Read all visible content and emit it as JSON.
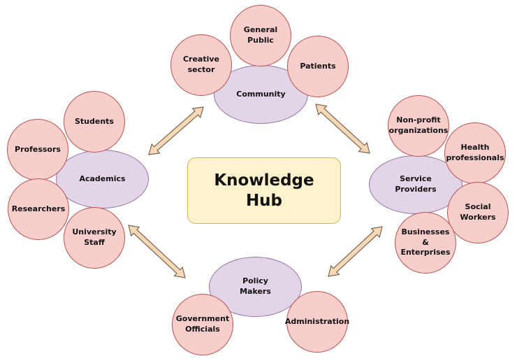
{
  "colors": {
    "group_fill": "#e1d5e7",
    "group_stroke": "#9673a6",
    "member_fill": "#f8cecc",
    "member_stroke": "#b85450",
    "hub_fill": "#fff2cc",
    "hub_stroke": "#d6b656",
    "arrow_fill": "#f9d9b5",
    "arrow_stroke": "#7a6450"
  },
  "hub": {
    "label": "Knowledge\nHub"
  },
  "community": {
    "label": "Community",
    "members": [
      "Creative\nsector",
      "General\nPublic",
      "Patients"
    ]
  },
  "academics": {
    "label": "Academics",
    "members": [
      "Students",
      "Professors",
      "Researchers",
      "University\nStaff"
    ]
  },
  "service_providers": {
    "label": "Service\nProviders",
    "members": [
      "Non-profit\norganizations",
      "Health\nprofessionals",
      "Social\nWorkers",
      "Businesses\n&\nEnterprises"
    ]
  },
  "policy_makers": {
    "label": "Policy\nMakers",
    "members": [
      "Government\nOfficials",
      "Administration"
    ]
  }
}
